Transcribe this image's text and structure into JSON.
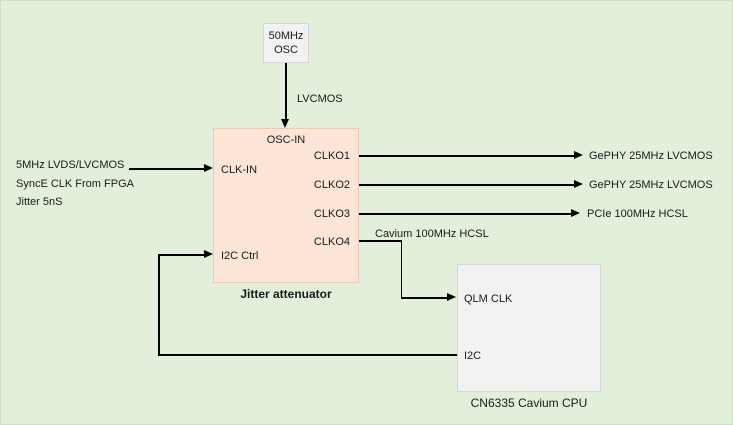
{
  "colors": {
    "background": "#e2efda",
    "jitter_box_fill": "#fce4d6",
    "gray_box_fill": "#f2f2f2",
    "wire": "#000000"
  },
  "osc": {
    "line1": "50MHz",
    "line2": "OSC",
    "wire_label": "LVCMOS"
  },
  "jitter": {
    "port_osc_in": "OSC-IN",
    "port_clk_in": "CLK-IN",
    "port_i2c_ctrl": "I2C Ctrl",
    "port_clko1": "CLKO1",
    "port_clko2": "CLKO2",
    "port_clko3": "CLKO3",
    "port_clko4": "CLKO4",
    "caption": "Jitter attenuator"
  },
  "input_note": {
    "line1": "5MHz LVDS/LVCMOS",
    "line2": "SyncE CLK From FPGA",
    "line3": "Jitter 5nS"
  },
  "outputs": {
    "clko1_label": "GePHY 25MHz LVCMOS",
    "clko2_label": "GePHY 25MHz LVCMOS",
    "clko3_label": "PCIe 100MHz HCSL",
    "clko4_label": "Cavium 100MHz HCSL"
  },
  "cpu": {
    "port_qlm": "QLM CLK",
    "port_i2c": "I2C",
    "caption": "CN6335 Cavium CPU"
  }
}
